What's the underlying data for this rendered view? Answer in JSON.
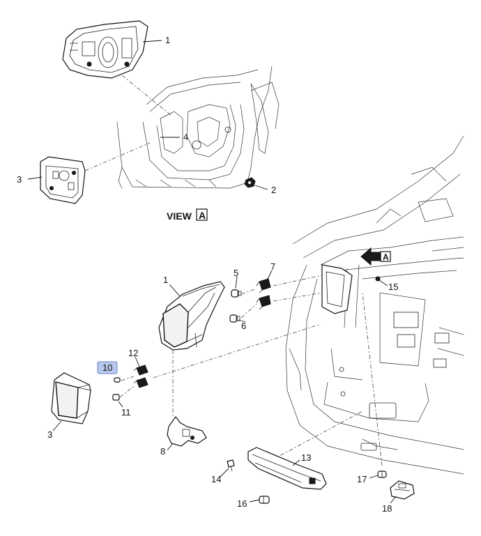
{
  "view_label": "VIEW",
  "view_letter": "A",
  "arrow_letter": "A",
  "highlight_color": "#b8c8ec",
  "callouts": {
    "c1_top": "1",
    "c2": "2",
    "c3_top": "3",
    "c4": "4",
    "c1": "1",
    "c3": "3",
    "c5": "5",
    "c6": "6",
    "c7": "7",
    "c8": "8",
    "c10": "10",
    "c11": "11",
    "c12": "12",
    "c13": "13",
    "c14": "14",
    "c15": "15",
    "c16": "16",
    "c17": "17",
    "c18": "18"
  }
}
